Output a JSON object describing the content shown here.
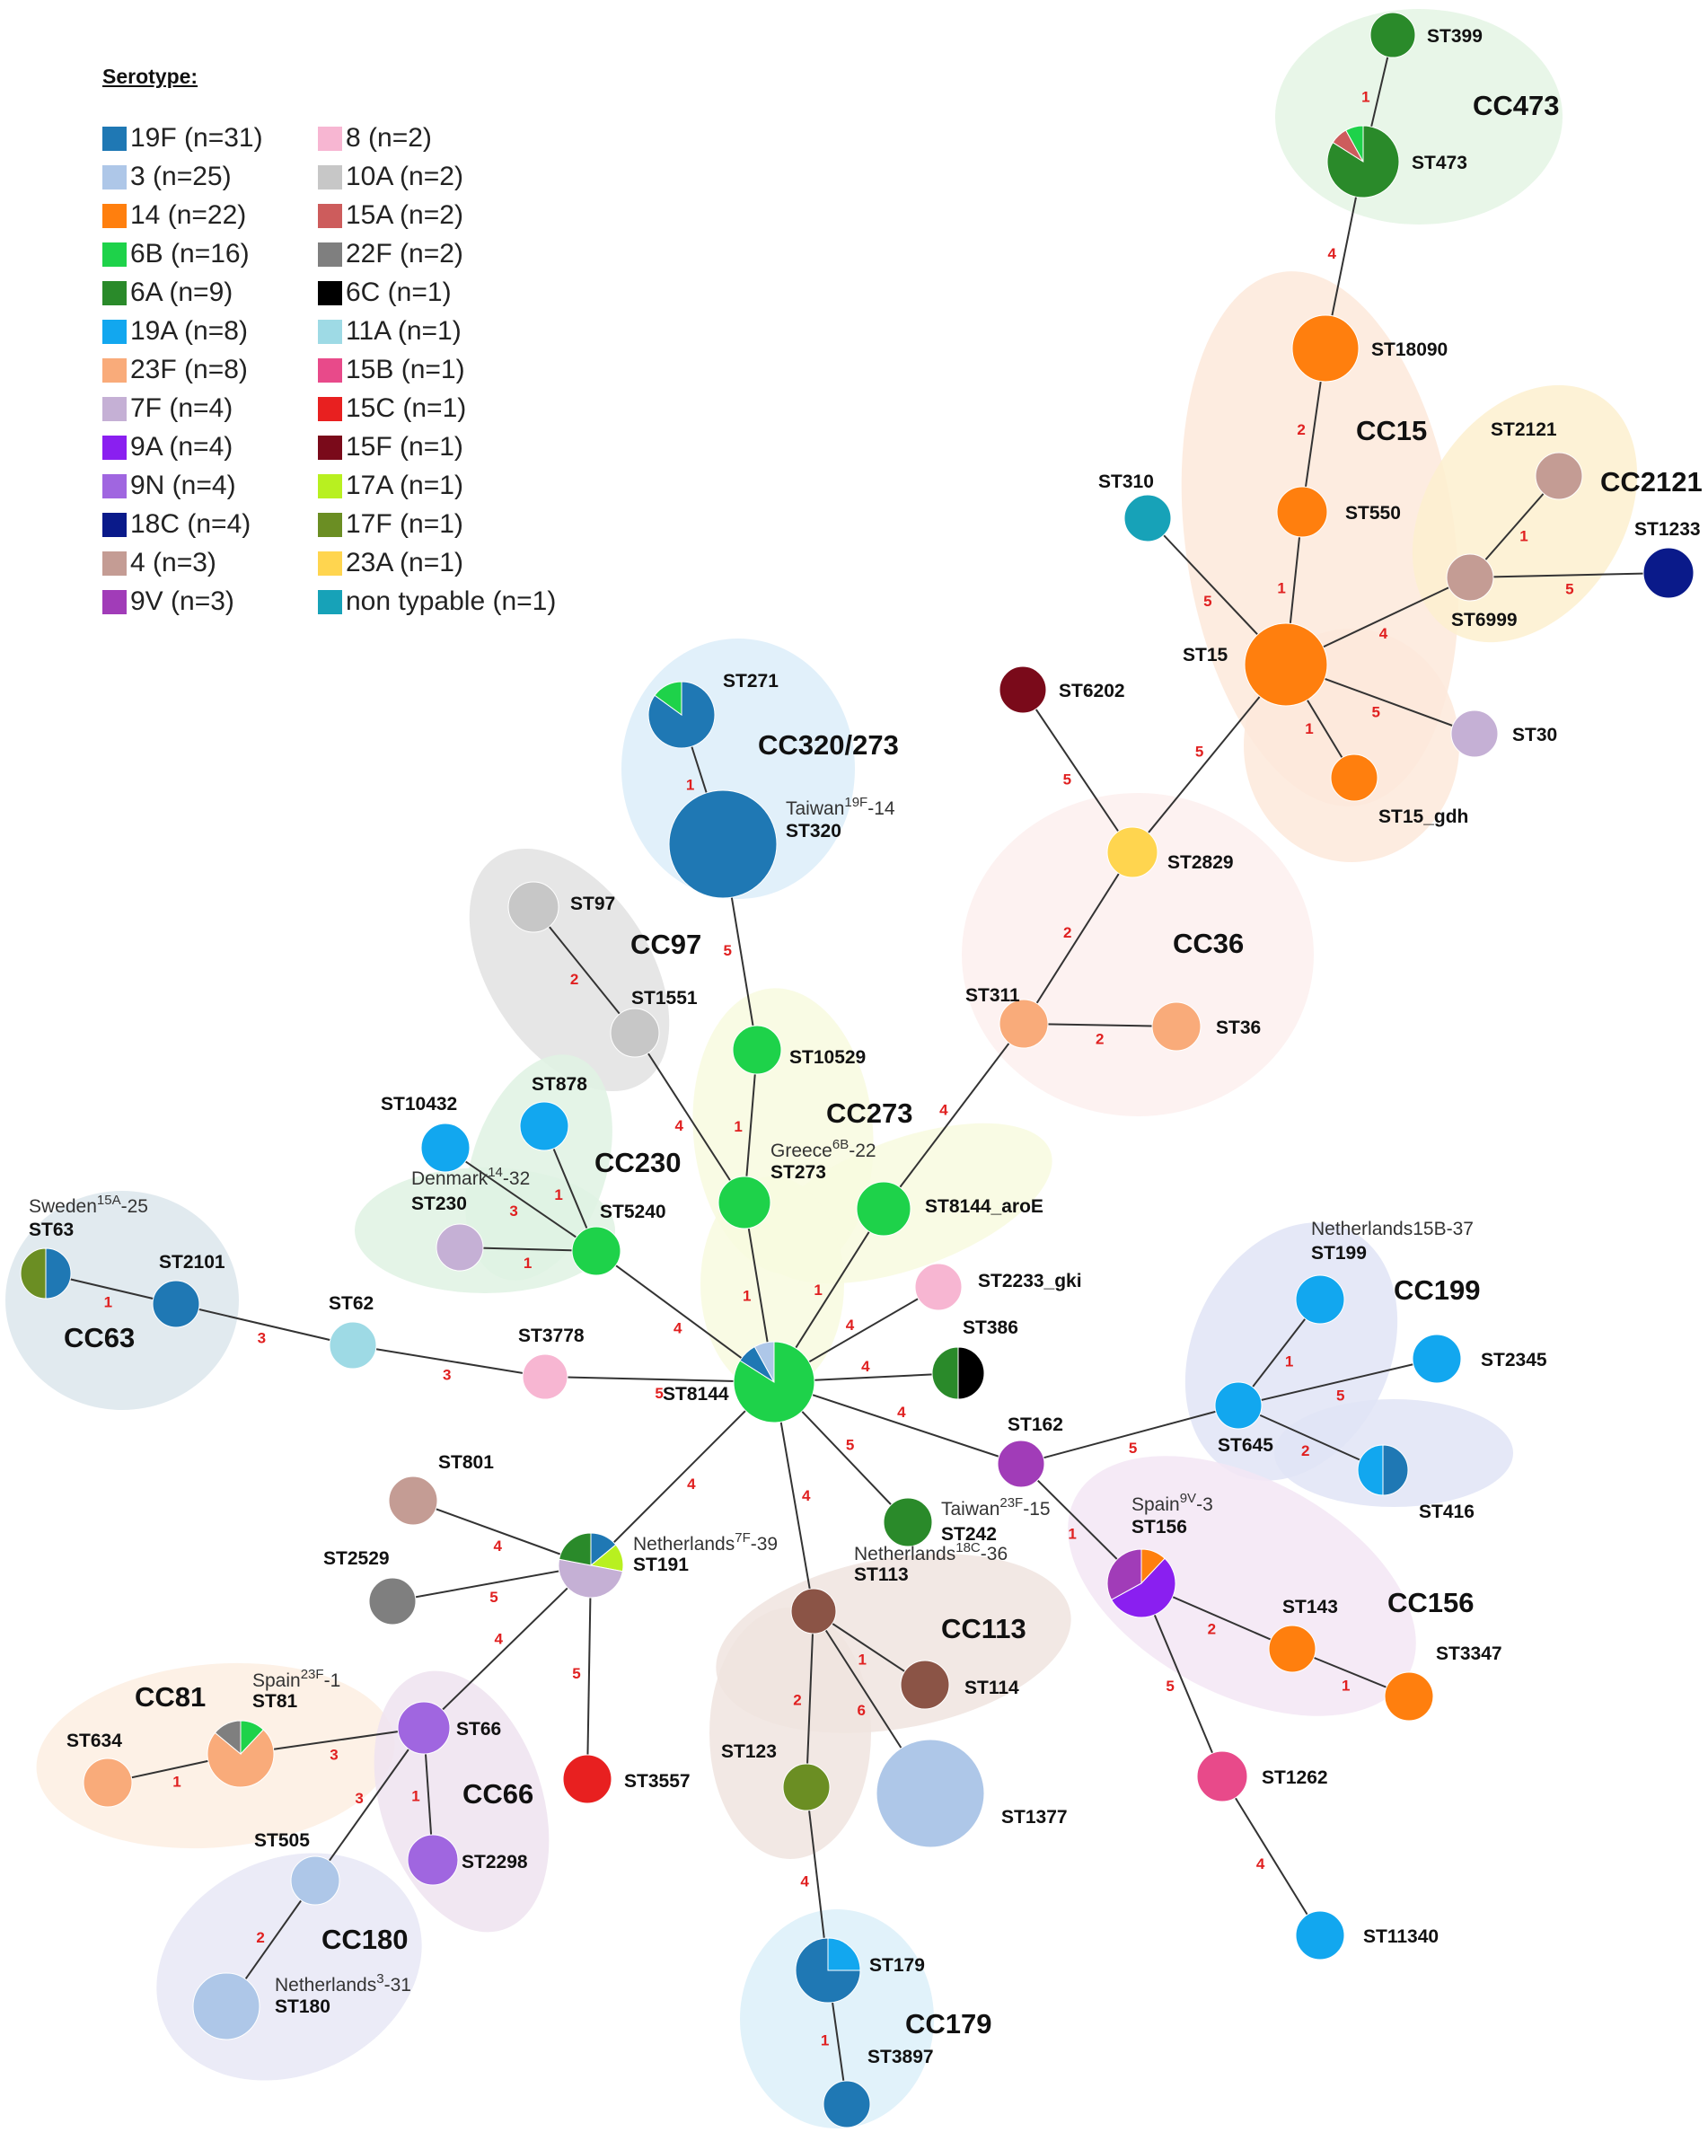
{
  "legend": {
    "title": "Serotype:",
    "items": [
      {
        "label": "19F (n=31)",
        "color": "#1f78b4"
      },
      {
        "label": "3 (n=25)",
        "color": "#aec7e8"
      },
      {
        "label": "14 (n=22)",
        "color": "#ff7f0e"
      },
      {
        "label": "6B (n=16)",
        "color": "#1ed24a"
      },
      {
        "label": "6A (n=9)",
        "color": "#2a8a2a"
      },
      {
        "label": "19A (n=8)",
        "color": "#12a7ef"
      },
      {
        "label": "23F (n=8)",
        "color": "#f9ab7a"
      },
      {
        "label": "7F (n=4)",
        "color": "#c5b0d5"
      },
      {
        "label": "9A (n=4)",
        "color": "#8a1ff0"
      },
      {
        "label": "9N (n=4)",
        "color": "#a066e0"
      },
      {
        "label": "18C (n=4)",
        "color": "#0a1a8a"
      },
      {
        "label": "4 (n=3)",
        "color": "#c49c94"
      },
      {
        "label": "9V (n=3)",
        "color": "#a13cb8"
      },
      {
        "label": "8 (n=2)",
        "color": "#f7b6d2"
      },
      {
        "label": "10A (n=2)",
        "color": "#c7c7c7"
      },
      {
        "label": "15A (n=2)",
        "color": "#cd5c5c"
      },
      {
        "label": "22F (n=2)",
        "color": "#7f7f7f"
      },
      {
        "label": "6C (n=1)",
        "color": "#000000"
      },
      {
        "label": "11A (n=1)",
        "color": "#9edae5"
      },
      {
        "label": "15B (n=1)",
        "color": "#e84a8a"
      },
      {
        "label": "15C (n=1)",
        "color": "#e82020"
      },
      {
        "label": "15F (n=1)",
        "color": "#7a0a1a"
      },
      {
        "label": "17A (n=1)",
        "color": "#b8f020"
      },
      {
        "label": "17F (n=1)",
        "color": "#6b8e23"
      },
      {
        "label": "23A (n=1)",
        "color": "#ffd54f"
      },
      {
        "label": "non typable (n=1)",
        "color": "#17a2b8"
      }
    ]
  },
  "clonal_complexes": [
    {
      "id": "CC473",
      "label": "CC473",
      "fill": "#e4f5e4"
    },
    {
      "id": "CC15",
      "label": "CC15",
      "fill": "#fde9db"
    },
    {
      "id": "CC2121",
      "label": "CC2121",
      "fill": "#fdf0cf"
    },
    {
      "id": "CC320/273",
      "label": "CC320/273",
      "fill": "#dcedf9"
    },
    {
      "id": "CC97",
      "label": "CC97",
      "fill": "#e2e2e2"
    },
    {
      "id": "CC36",
      "label": "CC36",
      "fill": "#fdf0ee"
    },
    {
      "id": "CC273",
      "label": "CC273",
      "fill": "#f8fadf"
    },
    {
      "id": "CC230",
      "label": "CC230",
      "fill": "#dff2e3"
    },
    {
      "id": "CC63",
      "label": "CC63",
      "fill": "#dce6ec"
    },
    {
      "id": "CC199",
      "label": "CC199",
      "fill": "#e1e4f6"
    },
    {
      "id": "CC156",
      "label": "CC156",
      "fill": "#f3e6f4"
    },
    {
      "id": "CC113",
      "label": "CC113",
      "fill": "#f0e4df"
    },
    {
      "id": "CC81",
      "label": "CC81",
      "fill": "#fdeee2"
    },
    {
      "id": "CC66",
      "label": "CC66",
      "fill": "#efe3f0"
    },
    {
      "id": "CC180",
      "label": "CC180",
      "fill": "#e8e8f6"
    },
    {
      "id": "CC179",
      "label": "CC179",
      "fill": "#dcf0f9"
    }
  ],
  "nodes": [
    {
      "id": "ST399",
      "label": "ST399",
      "slices": [
        {
          "s": "6A",
          "f": 1
        }
      ]
    },
    {
      "id": "ST473",
      "label": "ST473",
      "slices": [
        {
          "s": "6A",
          "f": 0.84
        },
        {
          "s": "15A",
          "f": 0.08
        },
        {
          "s": "6B",
          "f": 0.08
        }
      ]
    },
    {
      "id": "ST18090",
      "label": "ST18090",
      "slices": [
        {
          "s": "14",
          "f": 1
        }
      ]
    },
    {
      "id": "ST550",
      "label": "ST550",
      "slices": [
        {
          "s": "14",
          "f": 1
        }
      ]
    },
    {
      "id": "ST15",
      "label": "ST15",
      "slices": [
        {
          "s": "14",
          "f": 1
        }
      ]
    },
    {
      "id": "ST310",
      "label": "ST310",
      "slices": [
        {
          "s": "non typable",
          "f": 1
        }
      ]
    },
    {
      "id": "ST2121",
      "label": "ST2121",
      "slices": [
        {
          "s": "4",
          "f": 1
        }
      ]
    },
    {
      "id": "ST6999",
      "label": "ST6999",
      "slices": [
        {
          "s": "4",
          "f": 1
        }
      ]
    },
    {
      "id": "ST1233",
      "label": "ST1233",
      "slices": [
        {
          "s": "18C",
          "f": 1
        }
      ]
    },
    {
      "id": "ST30",
      "label": "ST30",
      "slices": [
        {
          "s": "7F",
          "f": 1
        }
      ]
    },
    {
      "id": "ST15_gdh",
      "label": "ST15_gdh",
      "slices": [
        {
          "s": "14",
          "f": 1
        }
      ]
    },
    {
      "id": "ST6202",
      "label": "ST6202",
      "slices": [
        {
          "s": "15F",
          "f": 1
        }
      ]
    },
    {
      "id": "ST2829",
      "label": "ST2829",
      "slices": [
        {
          "s": "23A",
          "f": 1
        }
      ]
    },
    {
      "id": "ST311",
      "label": "ST311",
      "slices": [
        {
          "s": "23F",
          "f": 1
        }
      ]
    },
    {
      "id": "ST36",
      "label": "ST36",
      "slices": [
        {
          "s": "23F",
          "f": 1
        }
      ]
    },
    {
      "id": "ST271",
      "label": "ST271",
      "slices": [
        {
          "s": "19F",
          "f": 0.85
        },
        {
          "s": "6B",
          "f": 0.15
        }
      ]
    },
    {
      "id": "ST320",
      "label": "ST320",
      "note": "Taiwan",
      "sup": "19F",
      "suffix": "-14",
      "slices": [
        {
          "s": "19F",
          "f": 1
        }
      ]
    },
    {
      "id": "ST97",
      "label": "ST97",
      "slices": [
        {
          "s": "10A",
          "f": 1
        }
      ]
    },
    {
      "id": "ST1551",
      "label": "ST1551",
      "slices": [
        {
          "s": "10A",
          "f": 1
        }
      ]
    },
    {
      "id": "ST10529",
      "label": "ST10529",
      "slices": [
        {
          "s": "6B",
          "f": 1
        }
      ]
    },
    {
      "id": "ST273",
      "label": "ST273",
      "note": "Greece",
      "sup": "6B",
      "suffix": "-22",
      "slices": [
        {
          "s": "6B",
          "f": 1
        }
      ]
    },
    {
      "id": "ST8144_aroE",
      "label": "ST8144_aroE",
      "slices": [
        {
          "s": "6B",
          "f": 1
        }
      ]
    },
    {
      "id": "ST10432",
      "label": "ST10432",
      "slices": [
        {
          "s": "19A",
          "f": 1
        }
      ]
    },
    {
      "id": "ST878",
      "label": "ST878",
      "slices": [
        {
          "s": "19A",
          "f": 1
        }
      ]
    },
    {
      "id": "ST230",
      "label": "ST230",
      "note": "Denmark",
      "sup": "14",
      "suffix": "-32",
      "slices": [
        {
          "s": "7F",
          "f": 1
        }
      ]
    },
    {
      "id": "ST5240",
      "label": "ST5240",
      "slices": [
        {
          "s": "6B",
          "f": 1
        }
      ]
    },
    {
      "id": "ST63",
      "label": "ST63",
      "note": "Sweden",
      "sup": "15A",
      "suffix": "-25",
      "slices": [
        {
          "s": "19F",
          "f": 0.5
        },
        {
          "s": "17F",
          "f": 0.5
        }
      ]
    },
    {
      "id": "ST2101",
      "label": "ST2101",
      "slices": [
        {
          "s": "19F",
          "f": 1
        }
      ]
    },
    {
      "id": "ST62",
      "label": "ST62",
      "slices": [
        {
          "s": "11A",
          "f": 1
        }
      ]
    },
    {
      "id": "ST3778",
      "label": "ST3778",
      "slices": [
        {
          "s": "8",
          "f": 1
        }
      ]
    },
    {
      "id": "ST8144",
      "label": "ST8144",
      "slices": [
        {
          "s": "6B",
          "f": 0.84
        },
        {
          "s": "19F",
          "f": 0.08
        },
        {
          "s": "3",
          "f": 0.08
        }
      ]
    },
    {
      "id": "ST2233_gki",
      "label": "ST2233_gki",
      "slices": [
        {
          "s": "8",
          "f": 1
        }
      ]
    },
    {
      "id": "ST386",
      "label": "ST386",
      "slices": [
        {
          "s": "6C",
          "f": 0.5
        },
        {
          "s": "6A",
          "f": 0.5
        }
      ]
    },
    {
      "id": "ST242",
      "label": "ST242",
      "note": "Taiwan",
      "sup": "23F",
      "suffix": "-15",
      "slices": [
        {
          "s": "6A",
          "f": 1
        }
      ]
    },
    {
      "id": "ST162",
      "label": "ST162",
      "slices": [
        {
          "s": "9V",
          "f": 1
        }
      ]
    },
    {
      "id": "ST199",
      "label": "ST199",
      "note": "Netherlands15B-37",
      "slices": [
        {
          "s": "19A",
          "f": 1
        }
      ]
    },
    {
      "id": "ST2345",
      "label": "ST2345",
      "slices": [
        {
          "s": "19A",
          "f": 1
        }
      ]
    },
    {
      "id": "ST645",
      "label": "ST645",
      "slices": [
        {
          "s": "19A",
          "f": 1
        }
      ]
    },
    {
      "id": "ST416",
      "label": "ST416",
      "slices": [
        {
          "s": "19F",
          "f": 0.5
        },
        {
          "s": "19A",
          "f": 0.5
        }
      ]
    },
    {
      "id": "ST156",
      "label": "ST156",
      "note": "Spain",
      "sup": "9V",
      "suffix": "-3",
      "slices": [
        {
          "s": "14",
          "f": 0.12
        },
        {
          "s": "9A",
          "f": 0.55
        },
        {
          "s": "9V",
          "f": 0.33
        }
      ]
    },
    {
      "id": "ST143",
      "label": "ST143",
      "slices": [
        {
          "s": "14",
          "f": 1
        }
      ]
    },
    {
      "id": "ST3347",
      "label": "ST3347",
      "slices": [
        {
          "s": "14",
          "f": 1
        }
      ]
    },
    {
      "id": "ST1262",
      "label": "ST1262",
      "slices": [
        {
          "s": "15B",
          "f": 1
        }
      ]
    },
    {
      "id": "ST11340",
      "label": "ST11340",
      "slices": [
        {
          "s": "19A",
          "f": 1
        }
      ]
    },
    {
      "id": "ST801",
      "label": "ST801",
      "slices": [
        {
          "s": "4",
          "f": 1
        }
      ]
    },
    {
      "id": "ST2529",
      "label": "ST2529",
      "slices": [
        {
          "s": "22F",
          "f": 1
        }
      ]
    },
    {
      "id": "ST191",
      "label": "ST191",
      "note": "Netherlands",
      "sup": "7F",
      "suffix": "-39",
      "slices": [
        {
          "s": "19F",
          "f": 0.14
        },
        {
          "s": "17A",
          "f": 0.14
        },
        {
          "s": "7F",
          "f": 0.5
        },
        {
          "s": "6A",
          "f": 0.22
        }
      ]
    },
    {
      "id": "ST3557",
      "label": "ST3557",
      "slices": [
        {
          "s": "15C",
          "f": 1
        }
      ]
    },
    {
      "id": "ST113",
      "label": "ST113",
      "note": "Netherlands",
      "sup": "18C",
      "suffix": "-36",
      "slices": [
        {
          "s": "4",
          "f": 0.0
        },
        {
          "s": "c113",
          "f": 1
        }
      ]
    },
    {
      "id": "ST114",
      "label": "ST114",
      "slices": [
        {
          "s": "c113",
          "f": 1
        }
      ]
    },
    {
      "id": "ST123",
      "label": "ST123",
      "slices": [
        {
          "s": "17F",
          "f": 1
        }
      ]
    },
    {
      "id": "ST1377",
      "label": "ST1377",
      "slices": [
        {
          "s": "3",
          "f": 1
        }
      ]
    },
    {
      "id": "ST179",
      "label": "ST179",
      "slices": [
        {
          "s": "19A",
          "f": 0.25
        },
        {
          "s": "19F",
          "f": 0.75
        }
      ]
    },
    {
      "id": "ST3897",
      "label": "ST3897",
      "slices": [
        {
          "s": "19F",
          "f": 1
        }
      ]
    },
    {
      "id": "ST81",
      "label": "ST81",
      "note": "Spain",
      "sup": "23F",
      "suffix": "-1",
      "slices": [
        {
          "s": "6B",
          "f": 0.12
        },
        {
          "s": "23F",
          "f": 0.74
        },
        {
          "s": "22F",
          "f": 0.14
        }
      ]
    },
    {
      "id": "ST634",
      "label": "ST634",
      "slices": [
        {
          "s": "23F",
          "f": 1
        }
      ]
    },
    {
      "id": "ST66",
      "label": "ST66",
      "slices": [
        {
          "s": "9N",
          "f": 1
        }
      ]
    },
    {
      "id": "ST2298",
      "label": "ST2298",
      "slices": [
        {
          "s": "9N",
          "f": 1
        }
      ]
    },
    {
      "id": "ST505",
      "label": "ST505",
      "slices": [
        {
          "s": "3",
          "f": 1
        }
      ]
    },
    {
      "id": "ST180",
      "label": "ST180",
      "note": "Netherlands",
      "sup": "3",
      "suffix": "-31",
      "slices": [
        {
          "s": "3",
          "f": 1
        }
      ]
    }
  ],
  "edges": [
    {
      "a": "ST399",
      "b": "ST473",
      "w": "1"
    },
    {
      "a": "ST473",
      "b": "ST18090",
      "w": "4"
    },
    {
      "a": "ST18090",
      "b": "ST550",
      "w": "2"
    },
    {
      "a": "ST550",
      "b": "ST15",
      "w": "1"
    },
    {
      "a": "ST310",
      "b": "ST15",
      "w": "5"
    },
    {
      "a": "ST15",
      "b": "ST6999",
      "w": "4"
    },
    {
      "a": "ST6999",
      "b": "ST2121",
      "w": "1"
    },
    {
      "a": "ST6999",
      "b": "ST1233",
      "w": "5"
    },
    {
      "a": "ST15",
      "b": "ST30",
      "w": "5"
    },
    {
      "a": "ST15",
      "b": "ST15_gdh",
      "w": "1"
    },
    {
      "a": "ST15",
      "b": "ST2829",
      "w": "5"
    },
    {
      "a": "ST6202",
      "b": "ST2829",
      "w": "5"
    },
    {
      "a": "ST2829",
      "b": "ST311",
      "w": "2"
    },
    {
      "a": "ST311",
      "b": "ST36",
      "w": "2"
    },
    {
      "a": "ST311",
      "b": "ST8144_aroE",
      "w": "4"
    },
    {
      "a": "ST271",
      "b": "ST320",
      "w": "1"
    },
    {
      "a": "ST320",
      "b": "ST10529",
      "w": "5"
    },
    {
      "a": "ST10529",
      "b": "ST273",
      "w": "1"
    },
    {
      "a": "ST97",
      "b": "ST1551",
      "w": "2"
    },
    {
      "a": "ST1551",
      "b": "ST273",
      "w": "4"
    },
    {
      "a": "ST273",
      "b": "ST8144",
      "w": "1"
    },
    {
      "a": "ST8144_aroE",
      "b": "ST8144",
      "w": "1"
    },
    {
      "a": "ST10432",
      "b": "ST5240",
      "w": "3"
    },
    {
      "a": "ST878",
      "b": "ST5240",
      "w": "1"
    },
    {
      "a": "ST230",
      "b": "ST5240",
      "w": "1"
    },
    {
      "a": "ST5240",
      "b": "ST8144",
      "w": "4"
    },
    {
      "a": "ST63",
      "b": "ST2101",
      "w": "1"
    },
    {
      "a": "ST2101",
      "b": "ST62",
      "w": "3"
    },
    {
      "a": "ST62",
      "b": "ST3778",
      "w": "3"
    },
    {
      "a": "ST3778",
      "b": "ST8144",
      "w": "5"
    },
    {
      "a": "ST2233_gki",
      "b": "ST8144",
      "w": "4"
    },
    {
      "a": "ST386",
      "b": "ST8144",
      "w": "4"
    },
    {
      "a": "ST242",
      "b": "ST8144",
      "w": "5"
    },
    {
      "a": "ST162",
      "b": "ST8144",
      "w": "4"
    },
    {
      "a": "ST162",
      "b": "ST645",
      "w": "5"
    },
    {
      "a": "ST645",
      "b": "ST199",
      "w": "1"
    },
    {
      "a": "ST645",
      "b": "ST2345",
      "w": "5"
    },
    {
      "a": "ST645",
      "b": "ST416",
      "w": "2"
    },
    {
      "a": "ST162",
      "b": "ST156",
      "w": "1"
    },
    {
      "a": "ST156",
      "b": "ST143",
      "w": "2"
    },
    {
      "a": "ST143",
      "b": "ST3347",
      "w": "1"
    },
    {
      "a": "ST156",
      "b": "ST1262",
      "w": "5"
    },
    {
      "a": "ST1262",
      "b": "ST11340",
      "w": "4"
    },
    {
      "a": "ST191",
      "b": "ST8144",
      "w": "4"
    },
    {
      "a": "ST801",
      "b": "ST191",
      "w": "4"
    },
    {
      "a": "ST2529",
      "b": "ST191",
      "w": "5"
    },
    {
      "a": "ST191",
      "b": "ST3557",
      "w": "5"
    },
    {
      "a": "ST191",
      "b": "ST66",
      "w": "4"
    },
    {
      "a": "ST113",
      "b": "ST8144",
      "w": "4"
    },
    {
      "a": "ST113",
      "b": "ST114",
      "w": "1"
    },
    {
      "a": "ST113",
      "b": "ST1377",
      "w": "6"
    },
    {
      "a": "ST113",
      "b": "ST123",
      "w": "2"
    },
    {
      "a": "ST123",
      "b": "ST179",
      "w": "4"
    },
    {
      "a": "ST179",
      "b": "ST3897",
      "w": "1"
    },
    {
      "a": "ST634",
      "b": "ST81",
      "w": "1"
    },
    {
      "a": "ST81",
      "b": "ST66",
      "w": "3"
    },
    {
      "a": "ST66",
      "b": "ST2298",
      "w": "1"
    },
    {
      "a": "ST66",
      "b": "ST505",
      "w": "3"
    },
    {
      "a": "ST505",
      "b": "ST180",
      "w": "2"
    }
  ],
  "colors": {
    "edge": "#333333",
    "edge_weight": "#e02020",
    "label": "#111111",
    "node_c113": "#8b5446"
  }
}
